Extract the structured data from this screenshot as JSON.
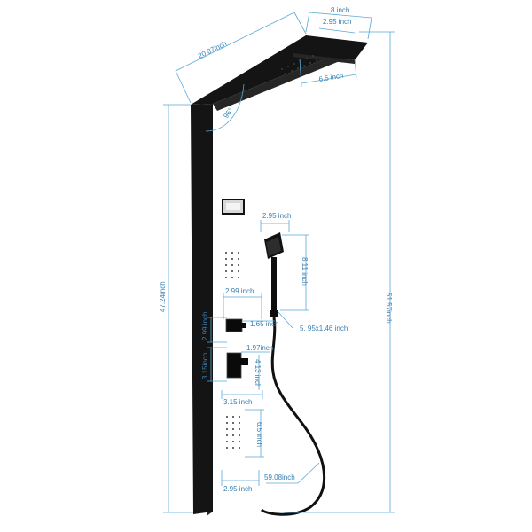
{
  "dimensions": {
    "top_width": "8 inch",
    "top_inner": "2.95 inch",
    "top_depth": "6.5 inch",
    "arm_length": "20.87inch",
    "angle": "96°",
    "total_height": "51.57inch",
    "panel_height": "47.24inch",
    "hand_shower_width": "2.95 inch",
    "hand_shower_height": "8.11 inch",
    "bracket": "5. 95x1.46 inch",
    "mixer_width": "2.99 inch",
    "mixer_offset": "1.65 inch",
    "mixer_height": "2.99 inch",
    "diverter_offset": "1.97inch",
    "diverter_height": "3.15inch",
    "diverter_depth": "4.13 inch",
    "diverter_width": "3.15 inch",
    "lower_jets_height": "6.5 inch",
    "hose_length": "59.08inch",
    "bottom_width": "2.95 inch"
  }
}
